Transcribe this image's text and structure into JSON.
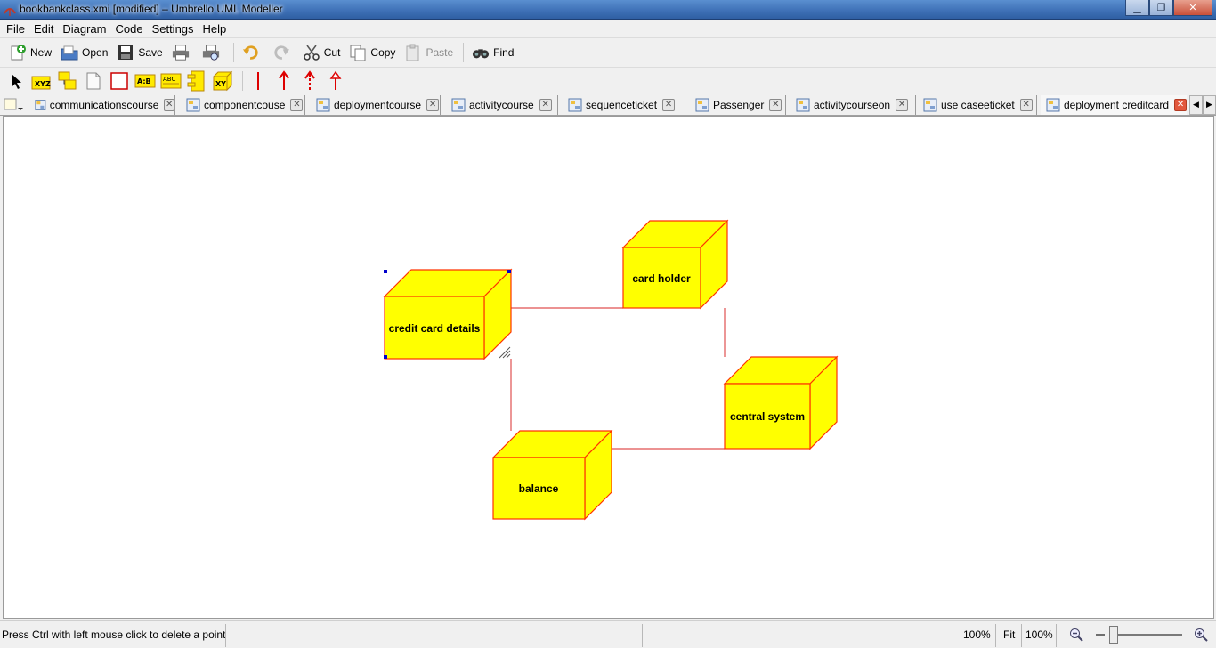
{
  "window": {
    "title": "bookbankclass.xmi [modified] – Umbrello UML Modeller",
    "minimize": "▁",
    "maximize": "❐",
    "close": "✕"
  },
  "menu": [
    "File",
    "Edit",
    "Diagram",
    "Code",
    "Settings",
    "Help"
  ],
  "toolbar": {
    "new": "New",
    "open": "Open",
    "save": "Save",
    "cut": "Cut",
    "copy": "Copy",
    "paste": "Paste",
    "find": "Find"
  },
  "diagram_tools": [
    {
      "name": "select-arrow-icon"
    },
    {
      "name": "node-xyz-icon",
      "text": "XYZ"
    },
    {
      "name": "component-icon"
    },
    {
      "name": "note-icon"
    },
    {
      "name": "box-icon"
    },
    {
      "name": "text-label-icon",
      "text": "A:B"
    },
    {
      "name": "artifact-icon",
      "text": "ABC"
    },
    {
      "name": "component-port-icon"
    },
    {
      "name": "node-3d-icon",
      "text": "XY"
    },
    {
      "name": "association-line-icon"
    },
    {
      "name": "dependency-arrow-icon"
    },
    {
      "name": "dashed-arrow-icon"
    },
    {
      "name": "generalization-arrow-icon"
    }
  ],
  "tabs": [
    {
      "label": "communicationscourse",
      "active": false
    },
    {
      "label": "componentcouse",
      "active": false
    },
    {
      "label": "deploymentcourse",
      "active": false
    },
    {
      "label": "activitycourse",
      "active": false
    },
    {
      "label": "sequenceticket",
      "active": false
    },
    {
      "label": "Passenger",
      "active": false
    },
    {
      "label": "activitycourseon",
      "active": false
    },
    {
      "label": "use caseeticket",
      "active": false
    },
    {
      "label": "deployment creditcard",
      "active": true
    }
  ],
  "diagram": {
    "node_fill": "#ffff00",
    "node_stroke": "#ff3300",
    "line_color": "#e05050",
    "nodes": [
      {
        "id": "credit-card-details",
        "label": "credit card details",
        "selected": true
      },
      {
        "id": "card-holder",
        "label": "card holder",
        "selected": false
      },
      {
        "id": "central-system",
        "label": "central system",
        "selected": false
      },
      {
        "id": "balance",
        "label": "balance",
        "selected": false
      }
    ]
  },
  "status": {
    "message": "Press Ctrl with left mouse click to delete a point",
    "zoom": "100%",
    "fit": "Fit",
    "zoom_reset": "100%"
  }
}
